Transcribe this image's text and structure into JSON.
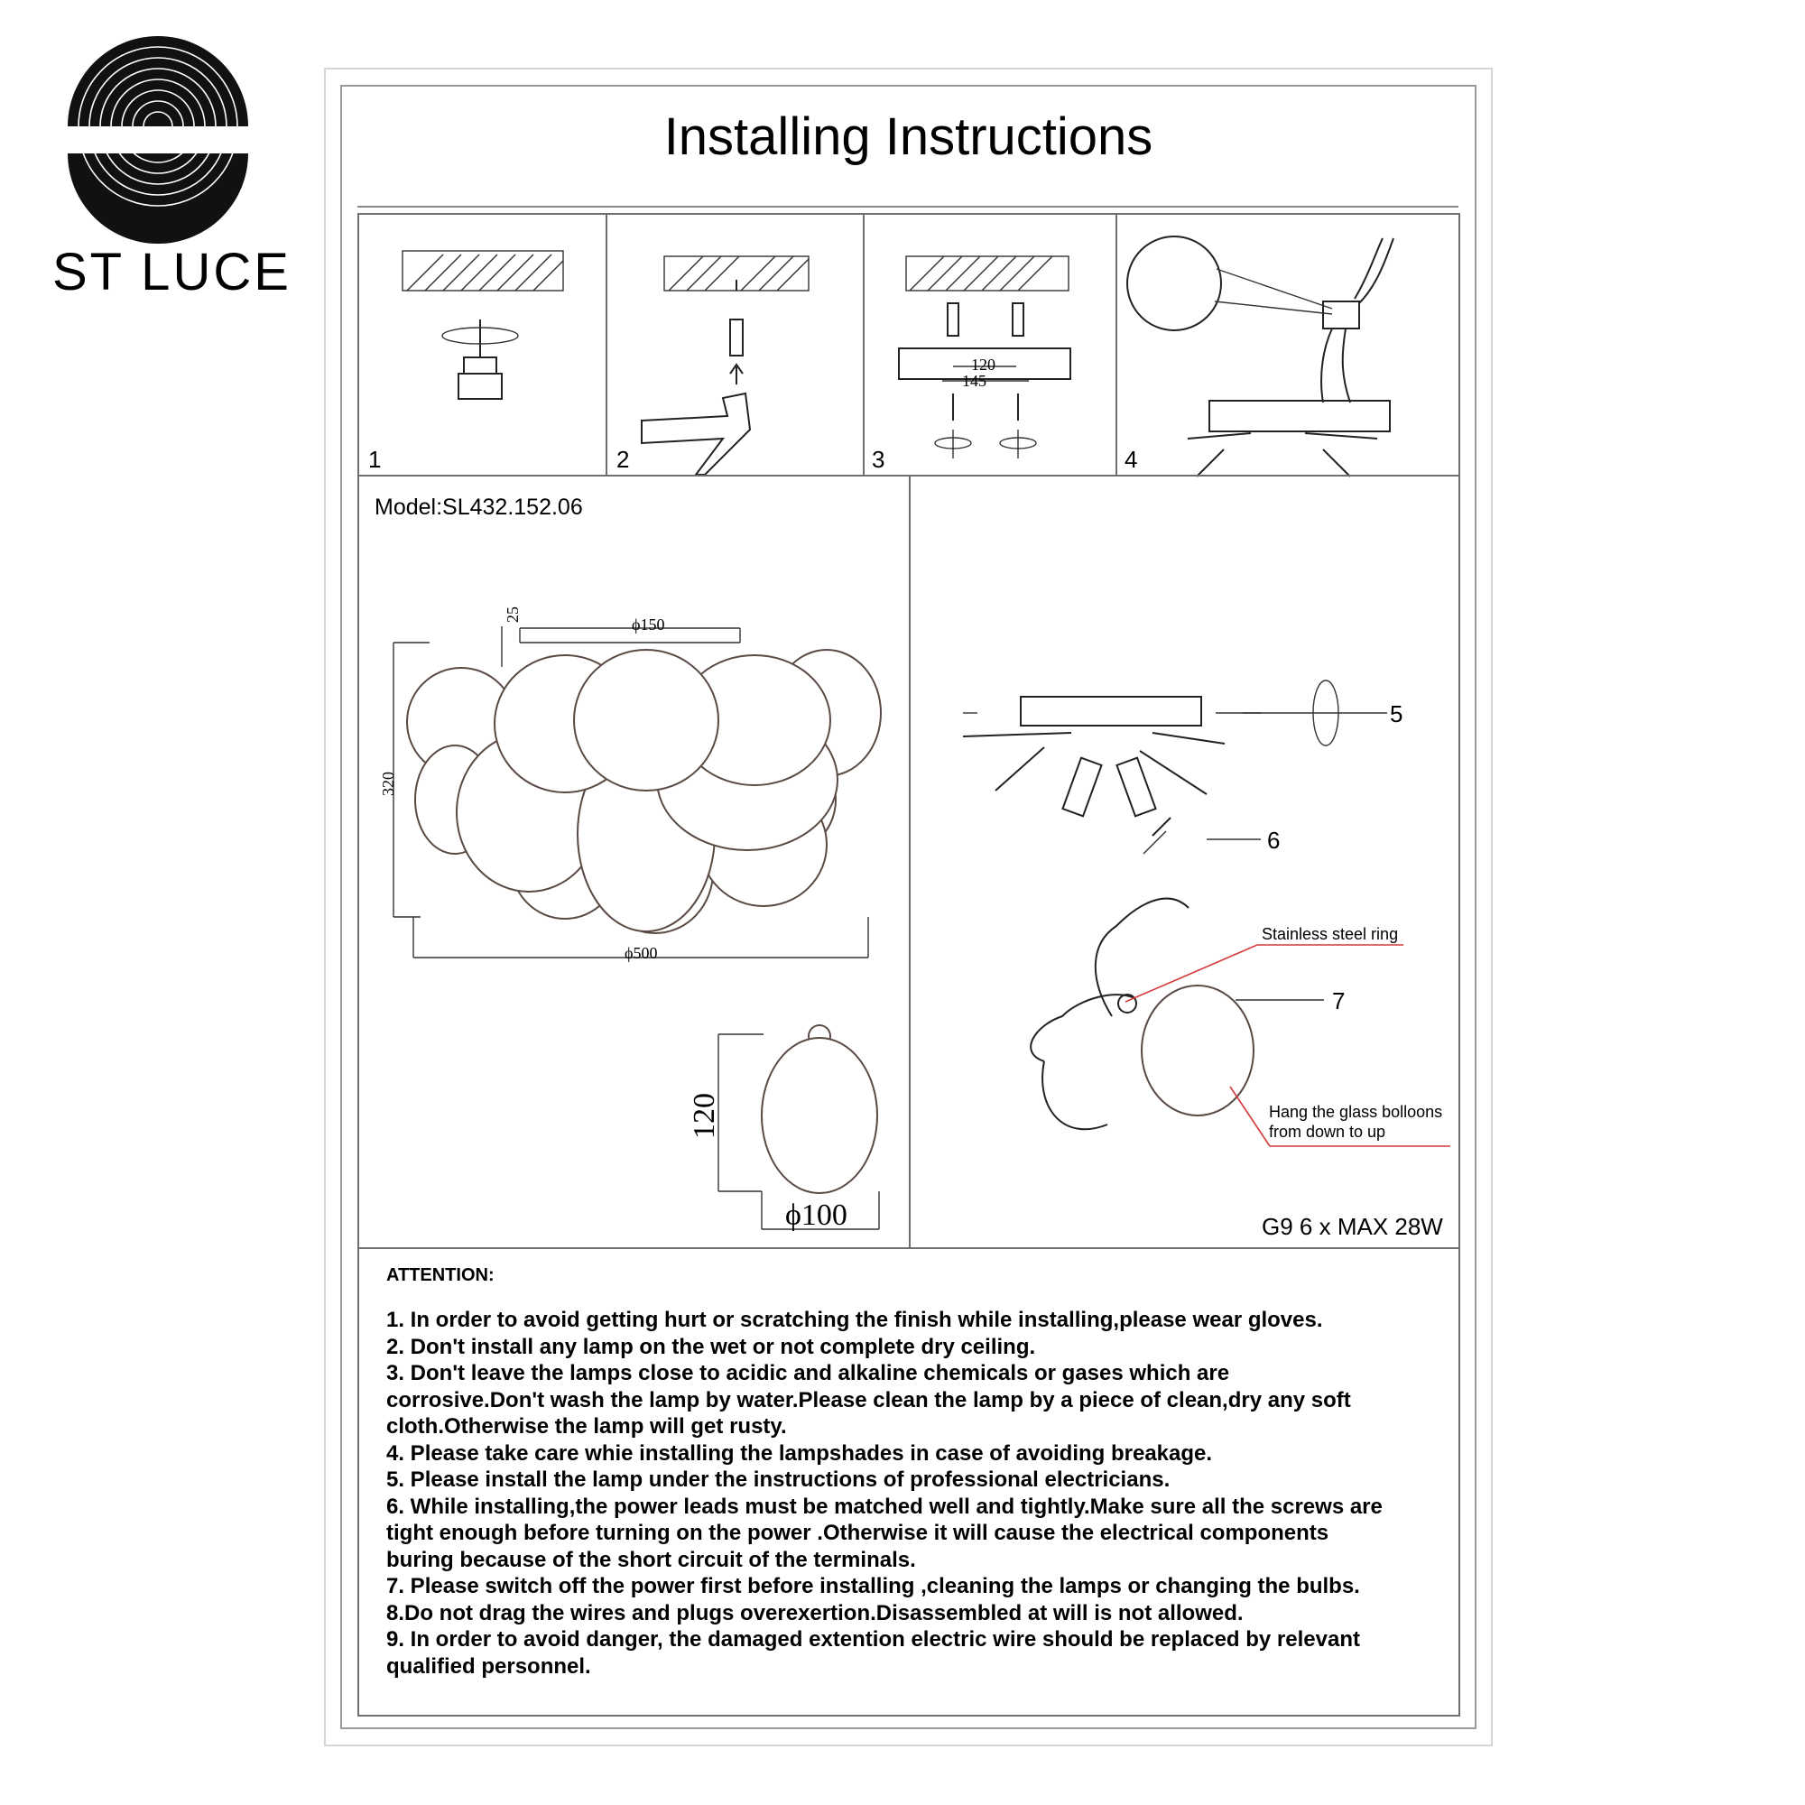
{
  "brand": {
    "name": "ST LUCE"
  },
  "title": "Installing Instructions",
  "steps": [
    {
      "number": "1"
    },
    {
      "number": "2"
    },
    {
      "number": "3",
      "dim_inner": "120",
      "dim_outer": "145"
    },
    {
      "number": "4"
    }
  ],
  "model": "Model:SL432.152.06",
  "dimensions": {
    "top_diameter": "ϕ150",
    "top_height": "25",
    "height": "320",
    "width": "ϕ500",
    "ball_height": "120",
    "ball_diameter": "ϕ100"
  },
  "callouts": {
    "n5": "5",
    "n6": "6",
    "n7": "7",
    "ring": "Stainless steel ring",
    "hang_line1": "Hang the glass bolloons",
    "hang_line2": "from down to up"
  },
  "bulb_spec": "G9 6 x MAX 28W",
  "attention": {
    "heading": "ATTENTION:",
    "lines": [
      "1. In order to avoid getting hurt or scratching the finish while installing,please wear gloves.",
      "2. Don't install any lamp on the wet or not complete dry ceiling.",
      "3. Don't leave the lamps close to acidic and alkaline chemicals or gases which are",
      "corrosive.Don't wash the lamp by water.Please clean the lamp by a piece of clean,dry any soft",
      "cloth.Otherwise the lamp will get rusty.",
      "4. Please take care whie installing the lampshades in case of avoiding breakage.",
      "5. Please install the lamp under the instructions of professional electricians.",
      "6. While installing,the power leads must be matched well and tightly.Make sure all the screws are",
      "tight enough before turning on the power .Otherwise it will cause the electrical components",
      "buring because of the short circuit of the terminals.",
      "7. Please switch off the power first before installing ,cleaning the lamps or changing the bulbs.",
      "8.Do not drag the wires and plugs overexertion.Disassembled at will is not allowed.",
      "9. In order to avoid danger, the damaged extention electric wire should be replaced by relevant",
      "qualified personnel."
    ]
  }
}
